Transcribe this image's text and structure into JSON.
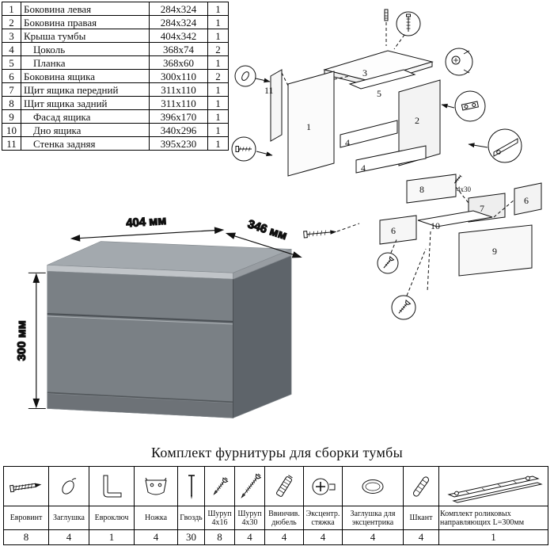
{
  "parts_table": {
    "rows": [
      {
        "num": "1",
        "name": "Боковина левая",
        "size": "284x324",
        "qty": "1"
      },
      {
        "num": "2",
        "name": "Боковина правая",
        "size": "284x324",
        "qty": "1"
      },
      {
        "num": "3",
        "name": "Крыша тумбы",
        "size": "404x342",
        "qty": "1"
      },
      {
        "num": "4",
        "name": "Цоколь",
        "size": "368x74",
        "qty": "2"
      },
      {
        "num": "5",
        "name": "Планка",
        "size": "368x60",
        "qty": "1"
      },
      {
        "num": "6",
        "name": "Боковина ящика",
        "size": "300x110",
        "qty": "2"
      },
      {
        "num": "7",
        "name": "Щит ящика передний",
        "size": "311x110",
        "qty": "1"
      },
      {
        "num": "8",
        "name": "Щит ящика задний",
        "size": "311x110",
        "qty": "1"
      },
      {
        "num": "9",
        "name": "Фасад ящика",
        "size": "396x170",
        "qty": "1"
      },
      {
        "num": "10",
        "name": "Дно ящика",
        "size": "340x296",
        "qty": "1"
      },
      {
        "num": "11",
        "name": "Стенка задняя",
        "size": "395x230",
        "qty": "1"
      }
    ]
  },
  "product_view": {
    "width_label": "404 мм",
    "depth_label": "346 мм",
    "height_label": "300 мм"
  },
  "diagram": {
    "labels": [
      "3",
      "11",
      "1",
      "5",
      "2",
      "4",
      "4",
      "8",
      "7",
      "6",
      "6",
      "10",
      "9"
    ],
    "screw_note": "4x30"
  },
  "hardware": {
    "title": "Комплект фурнитуры для сборки тумбы",
    "items": [
      {
        "label": "Евровинт",
        "qty": "8"
      },
      {
        "label": "Заглушка",
        "qty": "4"
      },
      {
        "label": "Евроключ",
        "qty": "1"
      },
      {
        "label": "Ножка",
        "qty": "4"
      },
      {
        "label": "Гвоздь",
        "qty": "30"
      },
      {
        "label": "Шуруп 4x16",
        "qty": "8"
      },
      {
        "label": "Шуруп 4x30",
        "qty": "4"
      },
      {
        "label": "Ввинчив. дюбель",
        "qty": "4"
      },
      {
        "label": "Эксцентр. стяжка",
        "qty": "4"
      },
      {
        "label": "Заглушка для эксцентрика",
        "qty": "4"
      },
      {
        "label": "Шкант",
        "qty": "4"
      },
      {
        "label": "Комплект роликовых направляющих L=300мм",
        "qty": "1"
      }
    ]
  }
}
